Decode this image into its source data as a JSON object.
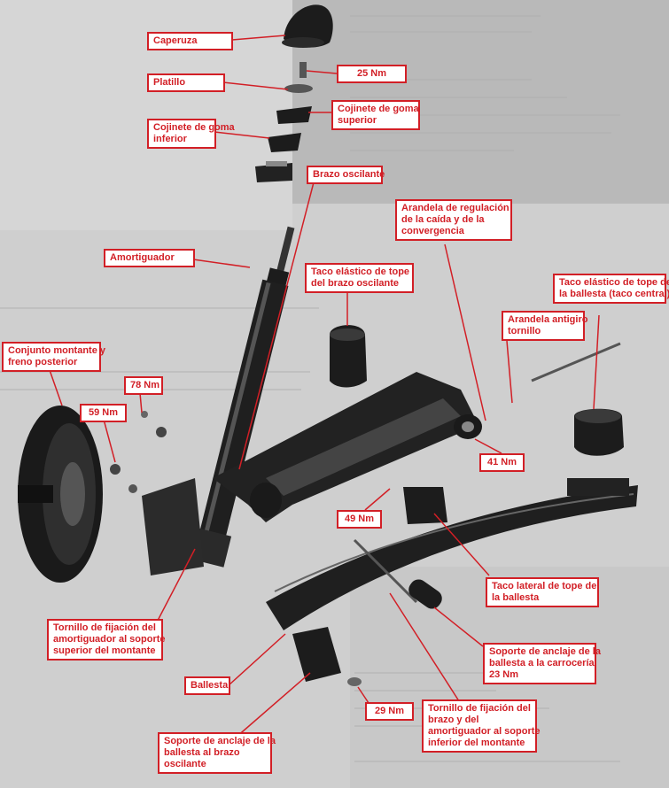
{
  "labels": {
    "caperuza": "Caperuza",
    "nm25": "25 Nm",
    "platillo": "Platillo",
    "cojinete_sup": "Cojinete de goma\nsuperior",
    "cojinete_inf": "Cojinete de goma\ninferior",
    "brazo_osc": "Brazo oscilante",
    "arandela_reg": "Arandela de regulación\nde la caída y de la\nconvergencia",
    "amortiguador": "Amortiguador",
    "taco_tope_brazo": "Taco elástico de tope\ndel brazo oscilante",
    "taco_ballesta": "Taco elástico de tope de\nla ballesta (taco central)",
    "arandela_antigiro": "Arandela antigiro\ntornillo",
    "conjunto": "Conjunto montante y\nfreno posterior",
    "nm78": "78 Nm",
    "nm59": "59 Nm",
    "nm41": "41 Nm",
    "nm49": "49 Nm",
    "taco_lateral": "Taco lateral de tope de\nla ballesta",
    "tornillo_sup": "Tornillo de fijación del\namortiguador al soporte\nsuperior del montante",
    "soporte_carroceria": "Soporte de anclaje de la\nballesta a la carrocería.\n23 Nm",
    "ballesta": "Ballesta",
    "tornillo_inf": "Tornillo de fijación del\nbrazo y del\namortiguador al soporte\ninferior del montante",
    "nm29": "29 Nm",
    "soporte_brazo": "Soporte de anclaje de la\nballesta al brazo\noscilante"
  },
  "colors": {
    "accent": "#d21f26",
    "paper": "#cfcfcf",
    "part": "#1c1c1c"
  }
}
